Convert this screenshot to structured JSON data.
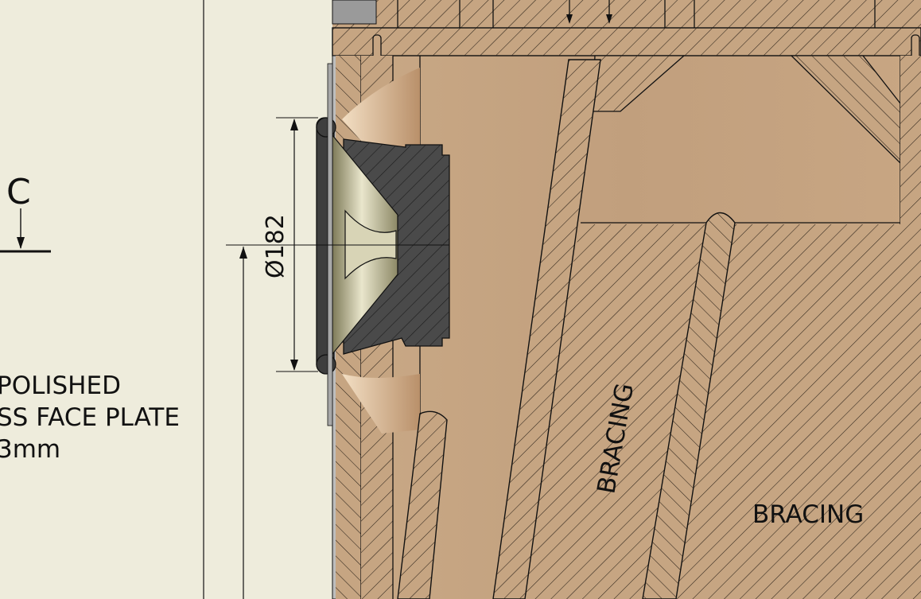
{
  "section_marker": "C",
  "note": {
    "line1": "POLISHED",
    "line2": "SS FACE PLATE",
    "line3": "3mm"
  },
  "dimension": "Ø182",
  "labels": {
    "bracing_diagonal": "BRACING",
    "bracing_right": "BRACING"
  },
  "colors": {
    "paper": "#eeecdc",
    "wood": "#c5a483",
    "driver": "#4a4a4a",
    "line": "#111111"
  }
}
